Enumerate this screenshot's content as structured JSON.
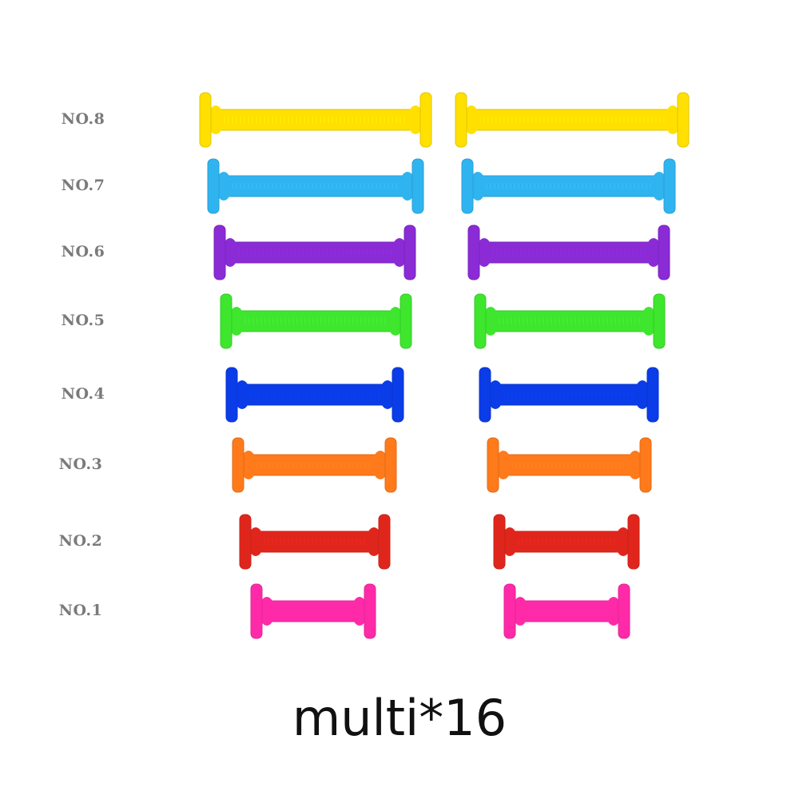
{
  "rows": [
    {
      "label": "NO.8",
      "color": "#FFE000"
    },
    {
      "label": "NO.7",
      "color": "#2FB4F0"
    },
    {
      "label": "NO.6",
      "color": "#8A2BD6"
    },
    {
      "label": "NO.5",
      "color": "#3EE62E"
    },
    {
      "label": "NO.4",
      "color": "#0A3CE8"
    },
    {
      "label": "NO.3",
      "color": "#FF7A1A"
    },
    {
      "label": "NO.2",
      "color": "#E0261C"
    },
    {
      "label": "NO.1",
      "color": "#FF2AA8"
    }
  ],
  "caption": "multi*16"
}
